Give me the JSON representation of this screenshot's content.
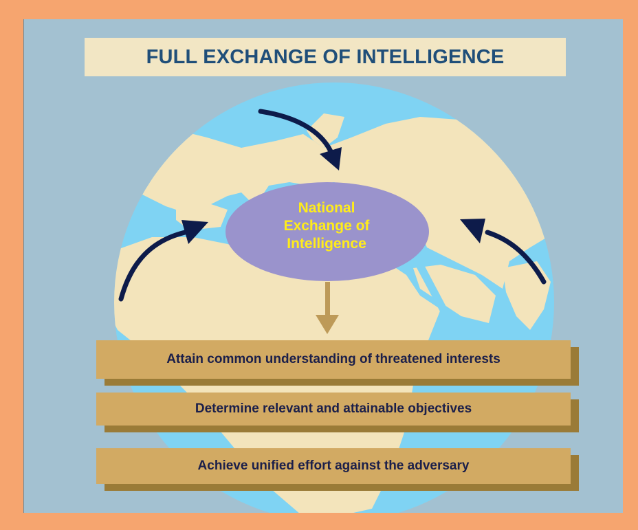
{
  "slide": {
    "title": "FULL EXCHANGE OF INTELLIGENCE",
    "center_node": {
      "lines": [
        "National",
        "Exchange of",
        "Intelligence"
      ]
    },
    "outcomes": [
      "Attain common understanding of threatened interests",
      "Determine relevant and attainable objectives",
      "Achieve unified effort against the adversary"
    ]
  },
  "colors": {
    "frame": "#f6a56f",
    "background": "#a3c1d1",
    "ocean": "#7fd3f3",
    "land": "#f3e4bb",
    "title_box": "#f2e6c4",
    "title_text": "#1f4e79",
    "center_node": "#9a93cc",
    "center_text": "#ffec1a",
    "arrow": "#0d1b4a",
    "down_arrow": "#bd9a58",
    "outcome_box": "#d2aa63",
    "outcome_shadow": "#9a7b37",
    "outcome_text": "#1b1f4a"
  },
  "icons": [
    "globe-icon"
  ]
}
